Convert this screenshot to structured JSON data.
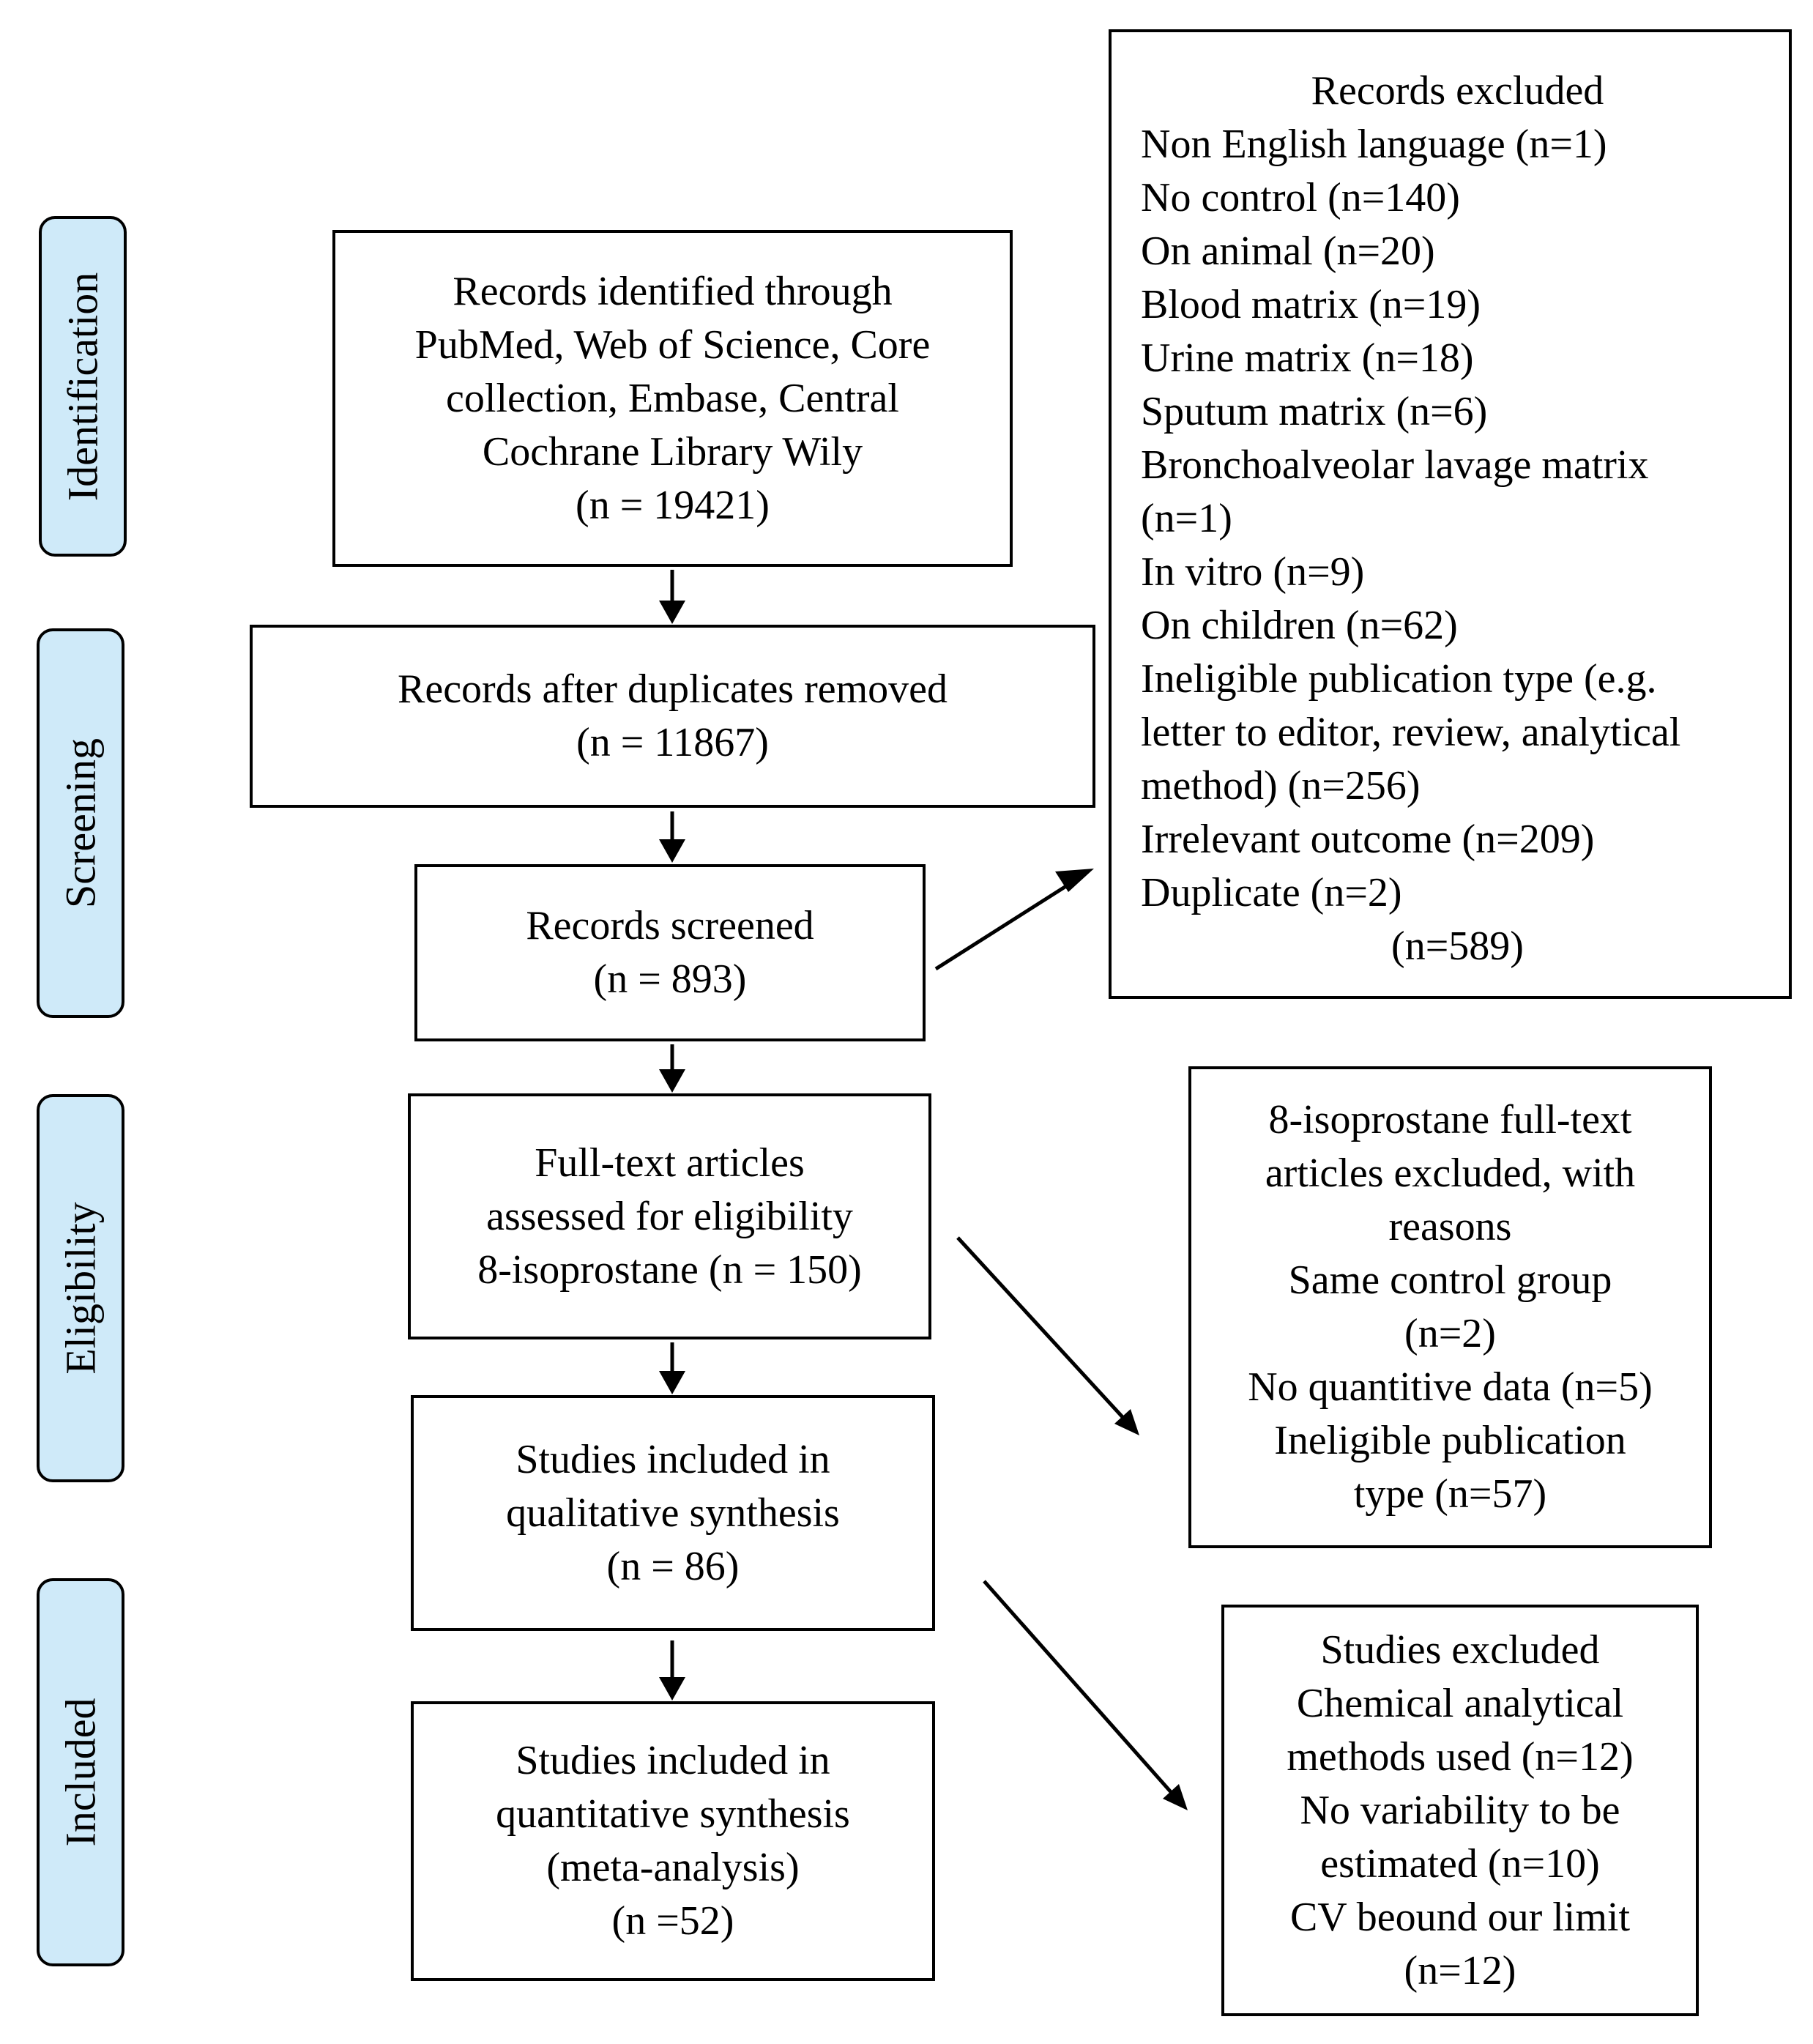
{
  "colors": {
    "stage_fill": "#cfeaf9",
    "stroke": "#000000",
    "box_fill": "#ffffff"
  },
  "stages": [
    {
      "label": "Identification"
    },
    {
      "label": "Screening"
    },
    {
      "label": "Eligibility"
    },
    {
      "label": "Included"
    }
  ],
  "boxes": {
    "identified": [
      "Records identified through",
      "PubMed, Web of Science, Core",
      "collection, Embase, Central",
      "Cochrane Library Wily",
      "(n = 19421)"
    ],
    "after_duplicates": [
      "Records after duplicates removed",
      "(n = 11867)"
    ],
    "screened": [
      "Records screened",
      "(n = 893)"
    ],
    "fulltext": [
      "Full-text articles",
      "assessed for eligibility",
      "8-isoprostane (n = 150)"
    ],
    "qualitative": [
      "Studies included in",
      "qualitative synthesis",
      "(n =  86)"
    ],
    "quantitative": [
      "Studies included in",
      "quantitative synthesis",
      "(meta-analysis)",
      "(n =52)"
    ]
  },
  "records_excluded": {
    "title": "Records excluded",
    "items": [
      "Non English language (n=1)",
      "No control (n=140)",
      "On animal (n=20)",
      "Blood matrix (n=19)",
      "Urine matrix (n=18)",
      "Sputum matrix (n=6)",
      "Bronchoalveolar lavage matrix",
      "(n=1)",
      "In vitro (n=9)",
      "On children (n=62)",
      "Ineligible publication type (e.g.",
      "letter to editor, review, analytical",
      "method) (n=256)",
      "Irrelevant outcome (n=209)",
      "Duplicate (n=2)"
    ],
    "total": "(n=589)"
  },
  "fulltext_excluded": [
    "8-isoprostane full-text",
    "articles excluded, with",
    "reasons",
    "Same control group",
    "(n=2)",
    "No quantitive data (n=5)",
    "Ineligible publication",
    "type (n=57)"
  ],
  "studies_excluded": [
    "Studies excluded",
    "Chemical analytical",
    "methods used (n=12)",
    "No variability to be",
    "estimated (n=10)",
    "CV beound our limit",
    "(n=12)"
  ]
}
